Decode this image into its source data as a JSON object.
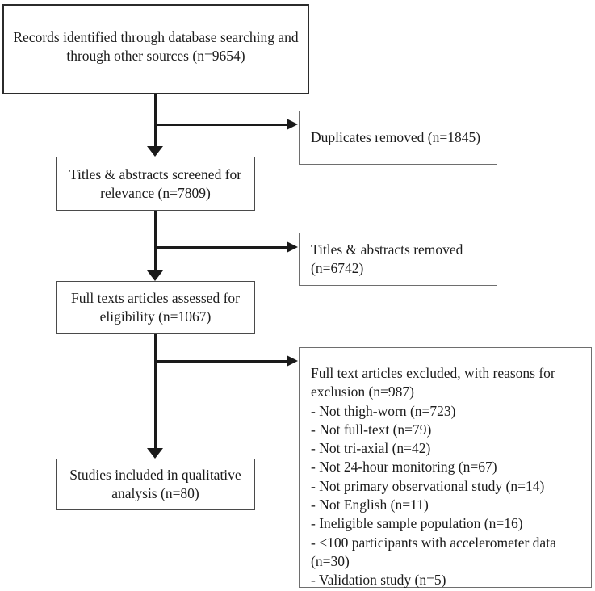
{
  "nodes": {
    "records": {
      "lines": [
        "Records identified through database searching and",
        "through other sources (n=9654)"
      ]
    },
    "duplicates": {
      "lines": [
        "Duplicates removed (n=1845)"
      ]
    },
    "screened": {
      "lines": [
        "Titles & abstracts screened for",
        "relevance (n=7809)"
      ]
    },
    "titles_removed": {
      "lines": [
        "Titles & abstracts removed",
        "(n=6742)"
      ]
    },
    "fulltext": {
      "lines": [
        "Full texts articles assessed for",
        "eligibility (n=1067)"
      ]
    },
    "excluded": {
      "lines": [
        "Full text articles excluded, with reasons for",
        "exclusion (n=987)"
      ],
      "reasons": [
        "- Not thigh-worn (n=723)",
        "- Not full-text (n=79)",
        "- Not tri-axial (n=42)",
        "- Not 24-hour monitoring (n=67)",
        "- Not primary observational study (n=14)",
        "- Not English (n=11)",
        "- Ineligible sample population (n=16)",
        "- <100 participants with accelerometer data (n=30)",
        "- Validation study (n=5)"
      ]
    },
    "included": {
      "lines": [
        "Studies included in qualitative",
        "analysis (n=80)"
      ]
    }
  },
  "colors": {
    "line": "#1a1a1a",
    "text": "#1c1c1c",
    "background": "#ffffff"
  }
}
